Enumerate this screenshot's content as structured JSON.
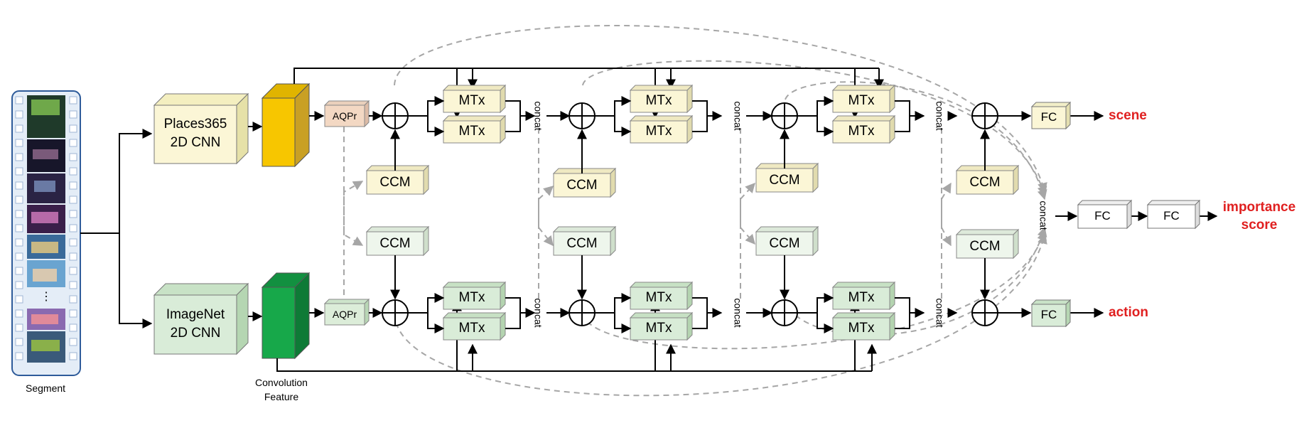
{
  "colors": {
    "scene_block": "#fbf6d6",
    "action_block": "#d9ecd8",
    "scene_feature": "#f7c600",
    "action_feature": "#17a84a",
    "aqpr": "#f3d8c3",
    "fc_neutral": "#ffffff",
    "output_red": "#e02020",
    "dashed": "#a6a6a6"
  },
  "input": {
    "segment_label": "Segment",
    "ellipsis": "⋮"
  },
  "backbones": {
    "scene": {
      "line1": "Places365",
      "line2": "2D CNN"
    },
    "action": {
      "line1": "ImageNet",
      "line2": "2D CNN"
    }
  },
  "feature_label": {
    "line1": "Convolution",
    "line2": "Feature"
  },
  "modules": {
    "aqpr": "AQPr",
    "mtx": "MTx",
    "ccm": "CCM",
    "concat": "concat",
    "fc": "FC"
  },
  "outputs": {
    "scene": "scene",
    "action": "action",
    "importance_line1": "importance",
    "importance_line2": "score"
  }
}
